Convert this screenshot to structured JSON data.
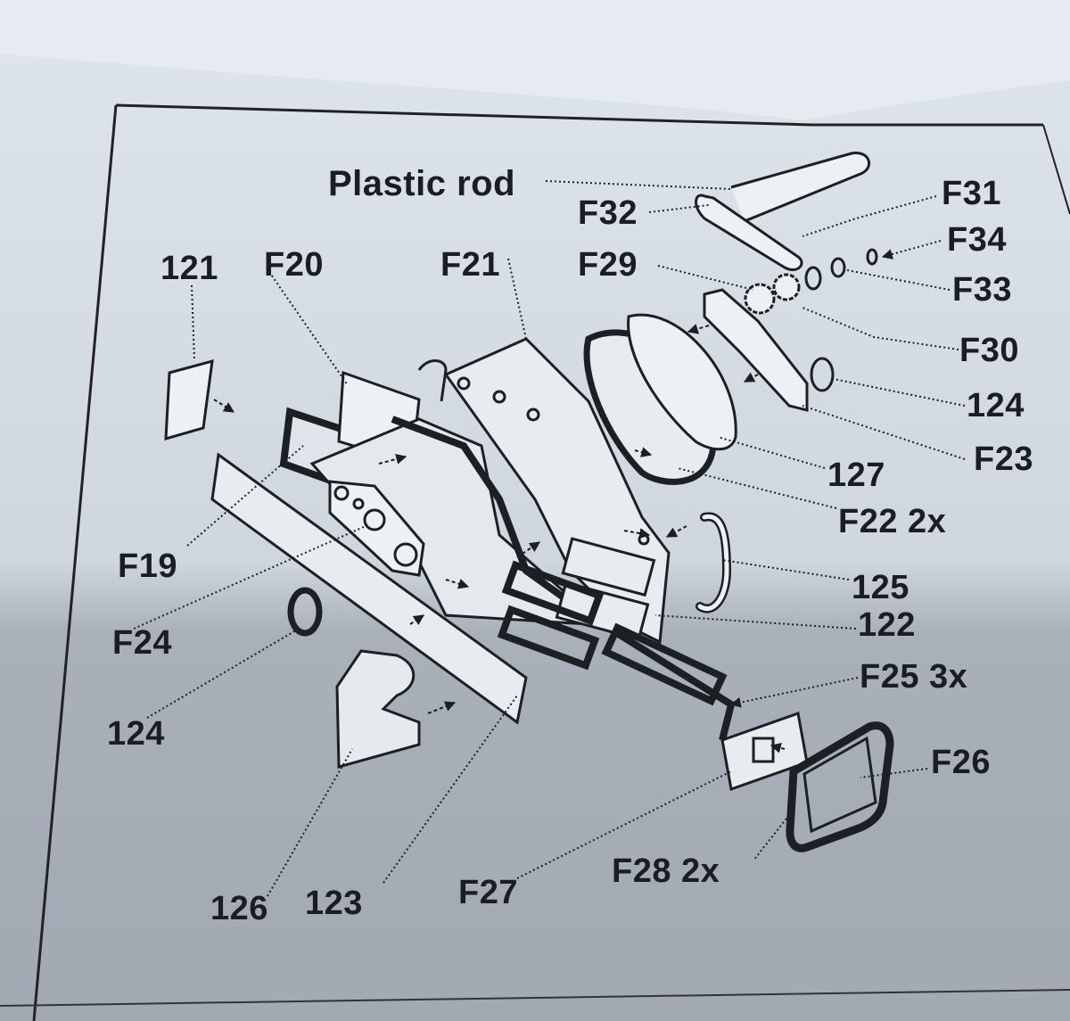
{
  "diagram": {
    "labels": {
      "plastic_rod": "Plastic rod",
      "f32": "F32",
      "f31": "F31",
      "f34": "F34",
      "f33": "F33",
      "f29": "F29",
      "f30": "F30",
      "n124_right": "124",
      "f23": "F23",
      "n127": "127",
      "f22": "F22 2x",
      "n125": "125",
      "n122": "122",
      "f25": "F25 3x",
      "f26": "F26",
      "f28": "F28 2x",
      "f27": "F27",
      "n123": "123",
      "n126": "126",
      "n124_left": "124",
      "f24": "F24",
      "f19": "F19",
      "n121": "121",
      "f20": "F20",
      "f21": "F21"
    }
  }
}
